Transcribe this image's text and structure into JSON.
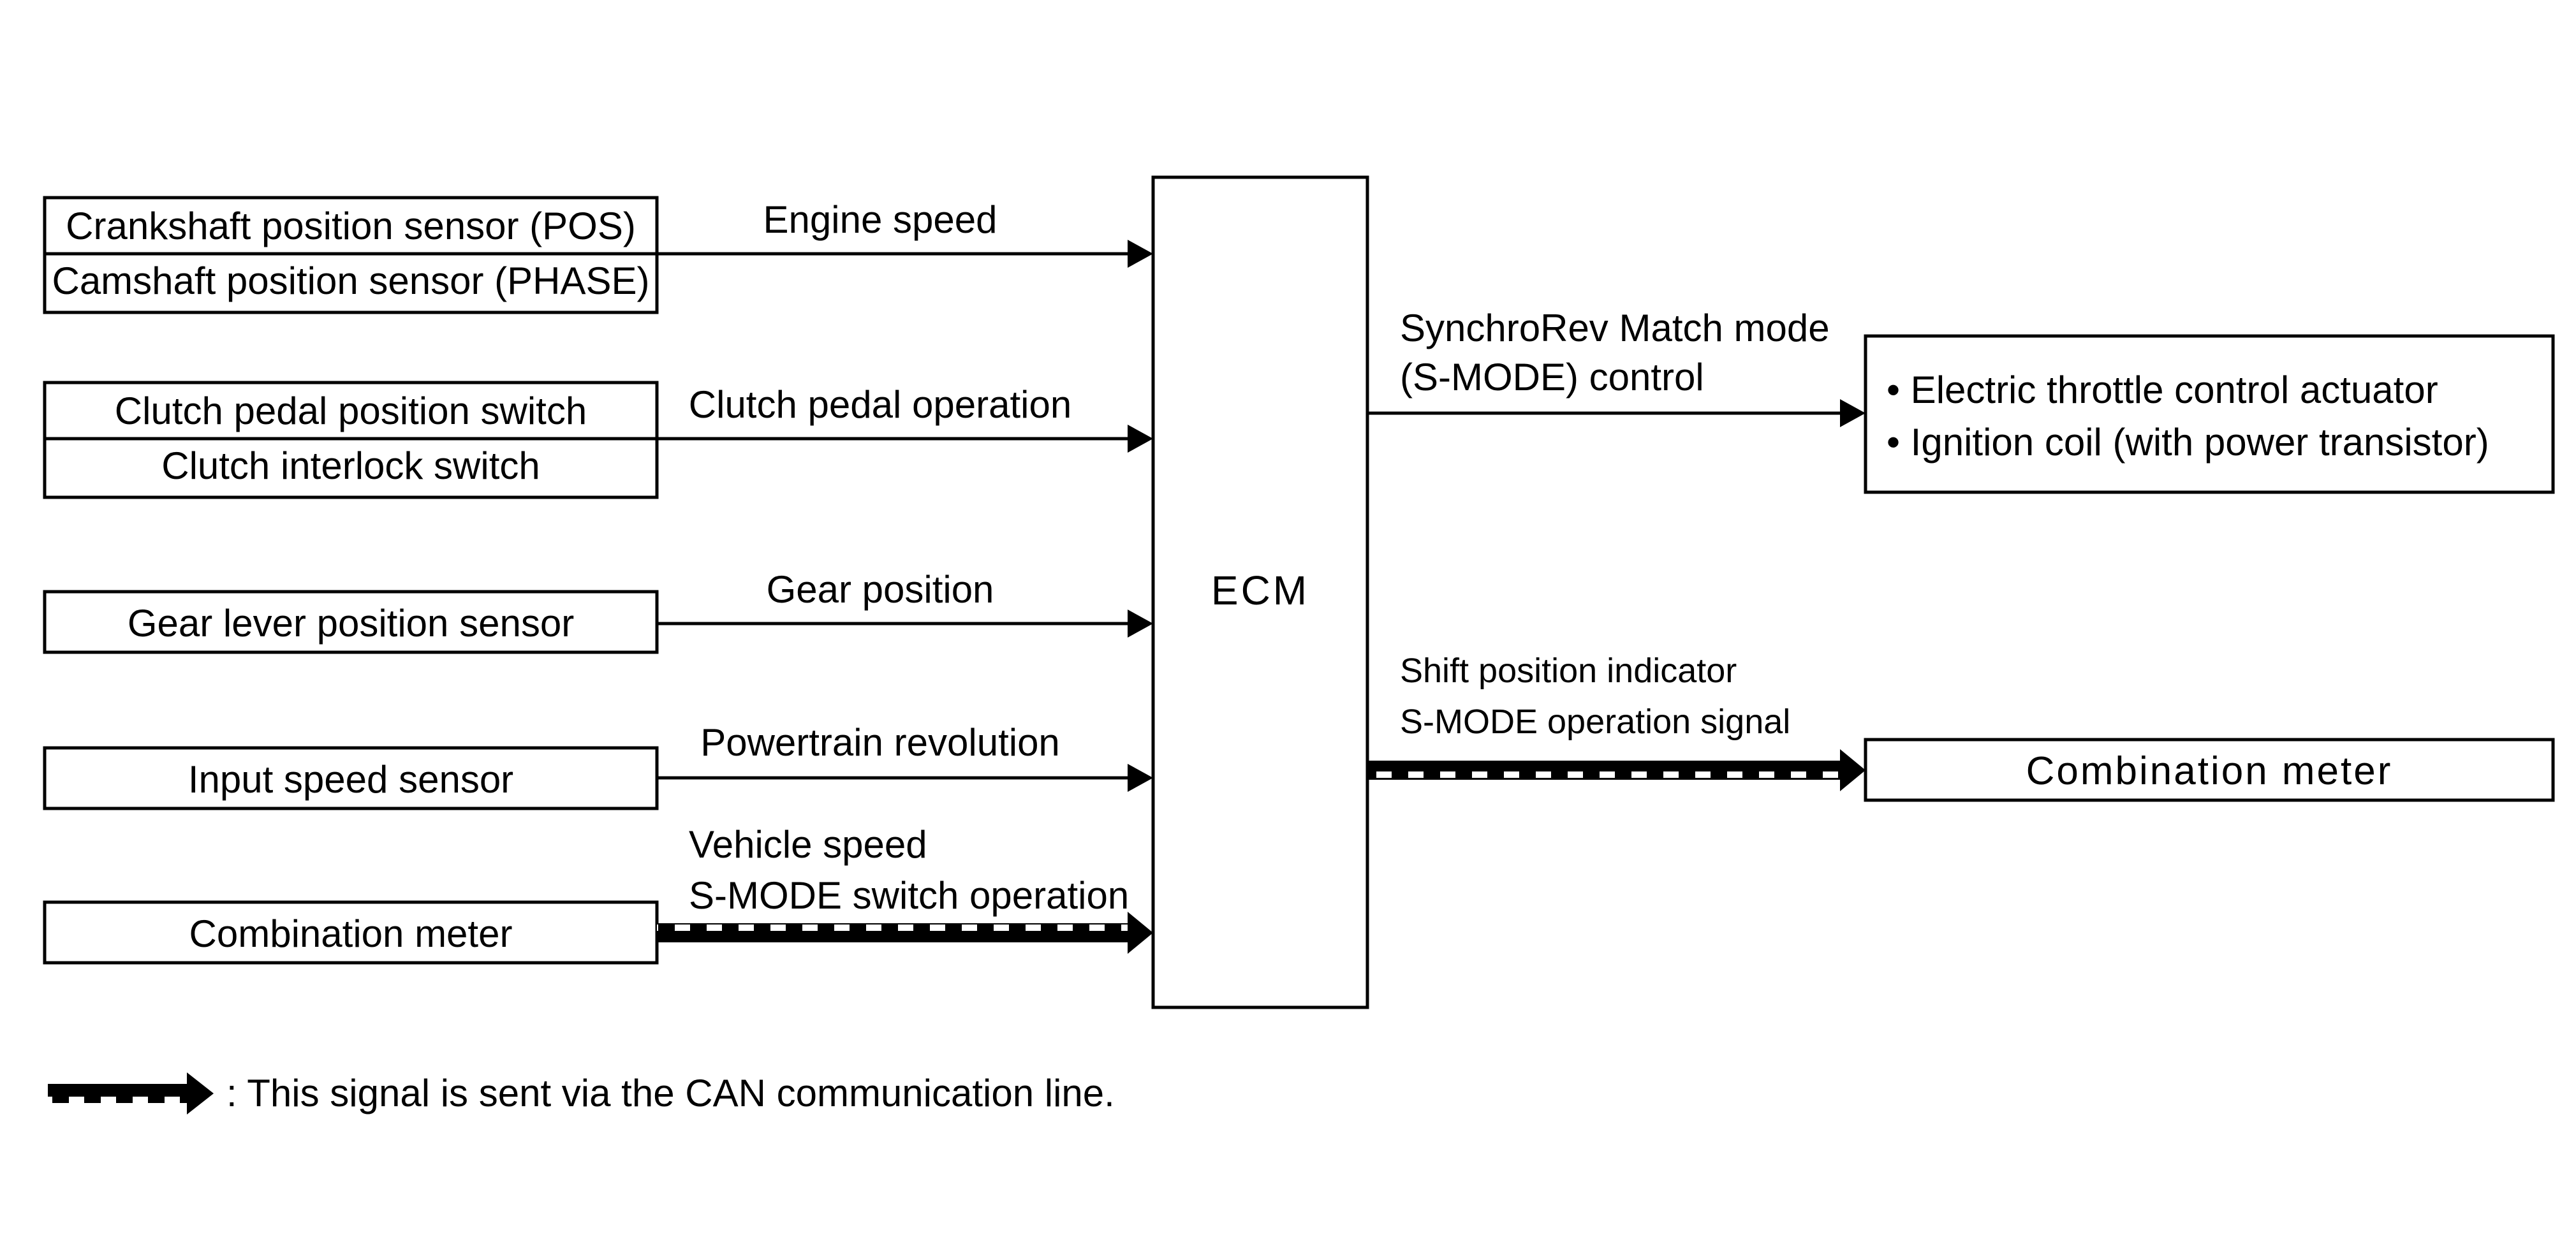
{
  "diagram": {
    "ecm_label": "ECM",
    "inputs": {
      "crank_cam": {
        "line1": "Crankshaft position sensor (POS)",
        "line2": "Camshaft position sensor (PHASE)",
        "signal": "Engine speed"
      },
      "clutch": {
        "line1": "Clutch pedal position switch",
        "line2": "Clutch interlock switch",
        "signal": "Clutch pedal operation"
      },
      "gear": {
        "line1": "Gear lever position sensor",
        "signal": "Gear position"
      },
      "input_speed": {
        "line1": "Input speed sensor",
        "signal": "Powertrain revolution"
      },
      "combination_meter": {
        "line1": "Combination meter",
        "signal1": "Vehicle speed",
        "signal2": "S-MODE switch operation"
      }
    },
    "outputs": {
      "actuators": {
        "signal1": "SynchroRev Match mode",
        "signal2": "(S-MODE) control",
        "item1": "• Electric throttle control actuator",
        "item2": "• Ignition coil (with power transistor)"
      },
      "combination_meter": {
        "signal1": "Shift position indicator",
        "signal2": "S-MODE operation signal",
        "label": "Combination meter"
      }
    },
    "legend": {
      "text": ": This signal is sent via the CAN communication line."
    }
  }
}
